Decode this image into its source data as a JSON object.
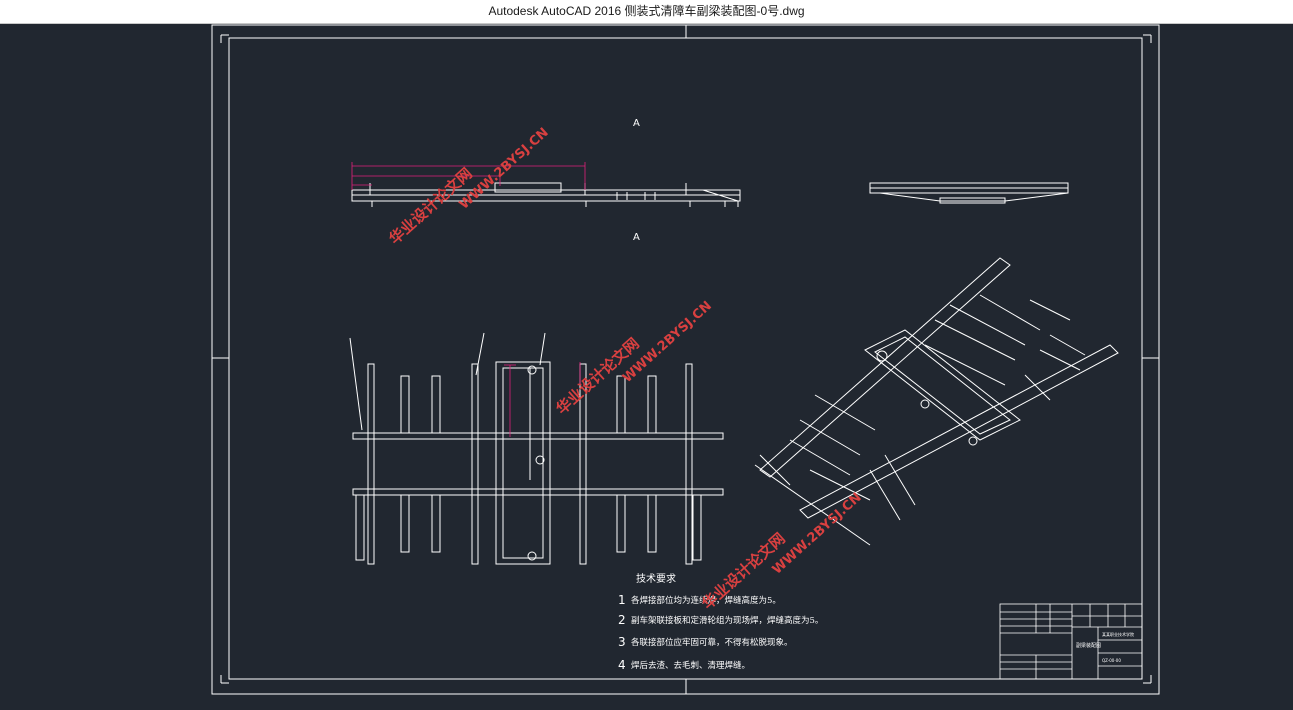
{
  "window": {
    "title": "Autodesk AutoCAD 2016     侧装式清障车副梁装配图-0号.dwg"
  },
  "drawing": {
    "section_labels": [
      "A",
      "A"
    ],
    "notes_title": "技术要求",
    "notes": [
      {
        "num": "1",
        "text": "各焊接部位均为连续焊，焊缝高度为5。"
      },
      {
        "num": "2",
        "text": "副车架联接板和定滑轮组为现场焊，焊缝高度为5。"
      },
      {
        "num": "3",
        "text": "各联接部位应牢固可靠，不得有松脱现象。"
      },
      {
        "num": "4",
        "text": "焊后去渣、去毛刺、清理焊缝。"
      }
    ],
    "watermarks": [
      {
        "line1": "华业设计论文网",
        "line2": "WWW.2BYSJ.CN"
      },
      {
        "line1": "华业设计论文网",
        "line2": "WWW.2BYSJ.CN"
      },
      {
        "line1": "华业设计论文网",
        "line2": "WWW.2BYSJ.CN"
      }
    ],
    "title_block": {
      "name": "副梁装配图",
      "school": "某某职业技术学院",
      "drawing_no": "QZ-00-00"
    }
  },
  "colors": {
    "background": "#212730",
    "lines": "#ffffff",
    "dimensions": "#e0207a",
    "watermark": "#d94040"
  }
}
